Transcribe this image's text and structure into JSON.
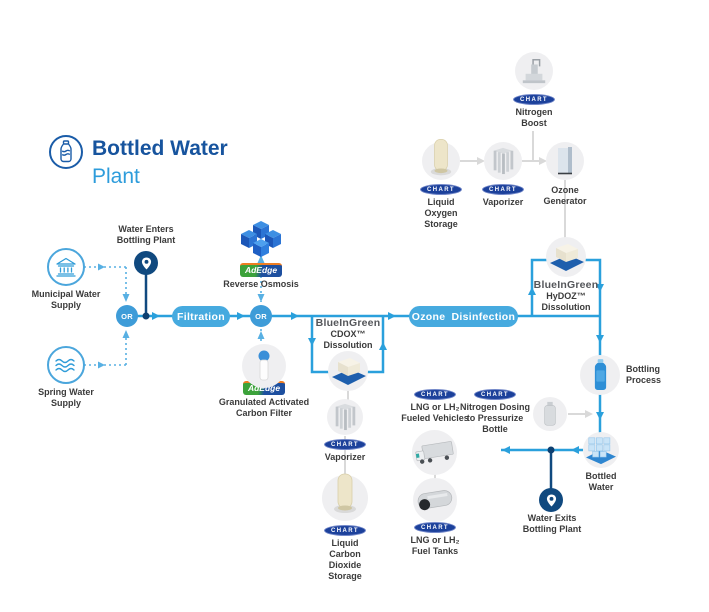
{
  "brand": {
    "title": "Bottled Water",
    "subtitle": "Plant"
  },
  "or_label": "OR",
  "pills": {
    "filtration": "Filtration",
    "ozone": "Ozone Disinfection"
  },
  "nodes": {
    "municipal": {
      "line1": "Municipal Water",
      "line2": "Supply"
    },
    "spring": {
      "line1": "Spring Water",
      "line2": "Supply"
    },
    "water_enters": {
      "line1": "Water Enters",
      "line2": "Bottling Plant"
    },
    "reverse_osmosis": {
      "brand": "AdEdge",
      "line1": "Reverse Osmosis"
    },
    "carbon_filter": {
      "brand": "AdEdge",
      "line1": "Granulated Activated",
      "line2": "Carbon Filter"
    },
    "cdox": {
      "brand": "BlueInGreen",
      "line1": "CDOX™",
      "line2": "Dissolution"
    },
    "co2_vaporizer": {
      "brand": "CHART",
      "line1": "Vaporizer"
    },
    "co2_storage": {
      "brand": "CHART",
      "line1": "Liquid Carbon",
      "line2": "Dioxide Storage"
    },
    "nitrogen_boost": {
      "brand": "CHART",
      "line1": "Nitrogen",
      "line2": "Boost"
    },
    "oxygen_storage": {
      "brand": "CHART",
      "line1": "Liquid Oxygen",
      "line2": "Storage"
    },
    "o2_vaporizer": {
      "brand": "CHART",
      "line1": "Vaporizer"
    },
    "ozone_generator": {
      "line1": "Ozone",
      "line2": "Generator"
    },
    "hydoz": {
      "brand": "BlueInGreen",
      "line1": "HyDOZ™",
      "line2": "Dissolution"
    },
    "bottling_process": {
      "line1": "Bottling",
      "line2": "Process"
    },
    "nitrogen_dosing": {
      "brand": "CHART",
      "line1": "Nitrogen Dosing",
      "line2": "to Pressurize",
      "line3": "Bottle"
    },
    "bottled_water": {
      "line1": "Bottled",
      "line2": "Water"
    },
    "water_exits": {
      "line1": "Water Exits",
      "line2": "Bottling Plant"
    },
    "lng_vehicles": {
      "brand": "CHART",
      "line1": "LNG or LH₂",
      "line2": "Fueled Vehicles"
    },
    "lng_tanks": {
      "brand": "CHART",
      "line1": "LNG or LH₂",
      "line2": "Fuel Tanks"
    }
  },
  "colors": {
    "flow_line_blue": "#2AA0DC",
    "dashed_supply_blue": "#58B0E3",
    "pill_blue": "#46AADF",
    "or_circle_blue": "#3E9CD8",
    "pin_navy": "#10497F",
    "chart_logo_navy": "#1C419B",
    "adedge_green": "#3CA23A",
    "adedge_blue": "#1D4F9F",
    "adedge_orange": "#EE7E23",
    "brand_title_blue": "#17549E",
    "brand_subtitle_blue": "#2D9CDB",
    "utility_line_gray": "#D9D9D9",
    "node_circle_gray": "#EFEFF1"
  }
}
